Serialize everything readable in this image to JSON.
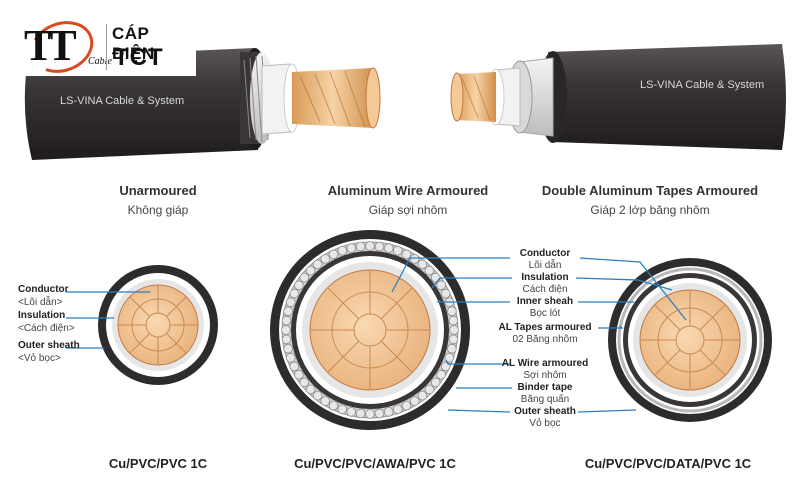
{
  "logo": {
    "mark": "TT",
    "sub": "Cable",
    "line1": "CÁP ĐIỆN",
    "line2": "TCT"
  },
  "cable_print": {
    "left": "LS-VINA Cable & System",
    "right": "LS-VINA Cable & System"
  },
  "headings": [
    {
      "en": "Unarmoured",
      "vi": "Không giáp"
    },
    {
      "en": "Aluminum Wire Armoured",
      "vi": "Giáp sợi nhôm"
    },
    {
      "en": "Double Aluminum Tapes Armoured",
      "vi": "Giáp 2 lớp băng nhôm"
    }
  ],
  "left_labels": [
    {
      "en": "Conductor",
      "vi": "<Lõi dẫn>"
    },
    {
      "en": "Insulation",
      "vi": "<Cách điện>"
    },
    {
      "en": "Outer sheath",
      "vi": "<Vỏ bọc>"
    }
  ],
  "center_labels": [
    {
      "en": "Conductor",
      "vi": "Lõi dẫn"
    },
    {
      "en": "Insulation",
      "vi": "Cách điện"
    },
    {
      "en": "Inner sheah",
      "vi": "Bọc lót"
    },
    {
      "en": "AL Tapes armoured",
      "vi": "02 Băng nhôm"
    },
    {
      "en": "AL Wire armoured",
      "vi": "Sợi nhôm"
    },
    {
      "en": "Binder tape",
      "vi": "Băng quấn"
    },
    {
      "en": "Outer sheath",
      "vi": "Vỏ bọc"
    }
  ],
  "captions": [
    "Cu/PVC/PVC 1C",
    "Cu/PVC/PVC/AWA/PVC 1C",
    "Cu/PVC/PVC/DATA/PVC 1C"
  ],
  "colors": {
    "copper": "#f0c08a",
    "copper_edge": "#c07a45",
    "insulation": "#e8e8e8",
    "sheath": "#2e2b2c",
    "leader": "#2b7fc2",
    "wire_armour": "#9a9a9a"
  },
  "icons": {
    "logo": "tt-cable-logo"
  }
}
